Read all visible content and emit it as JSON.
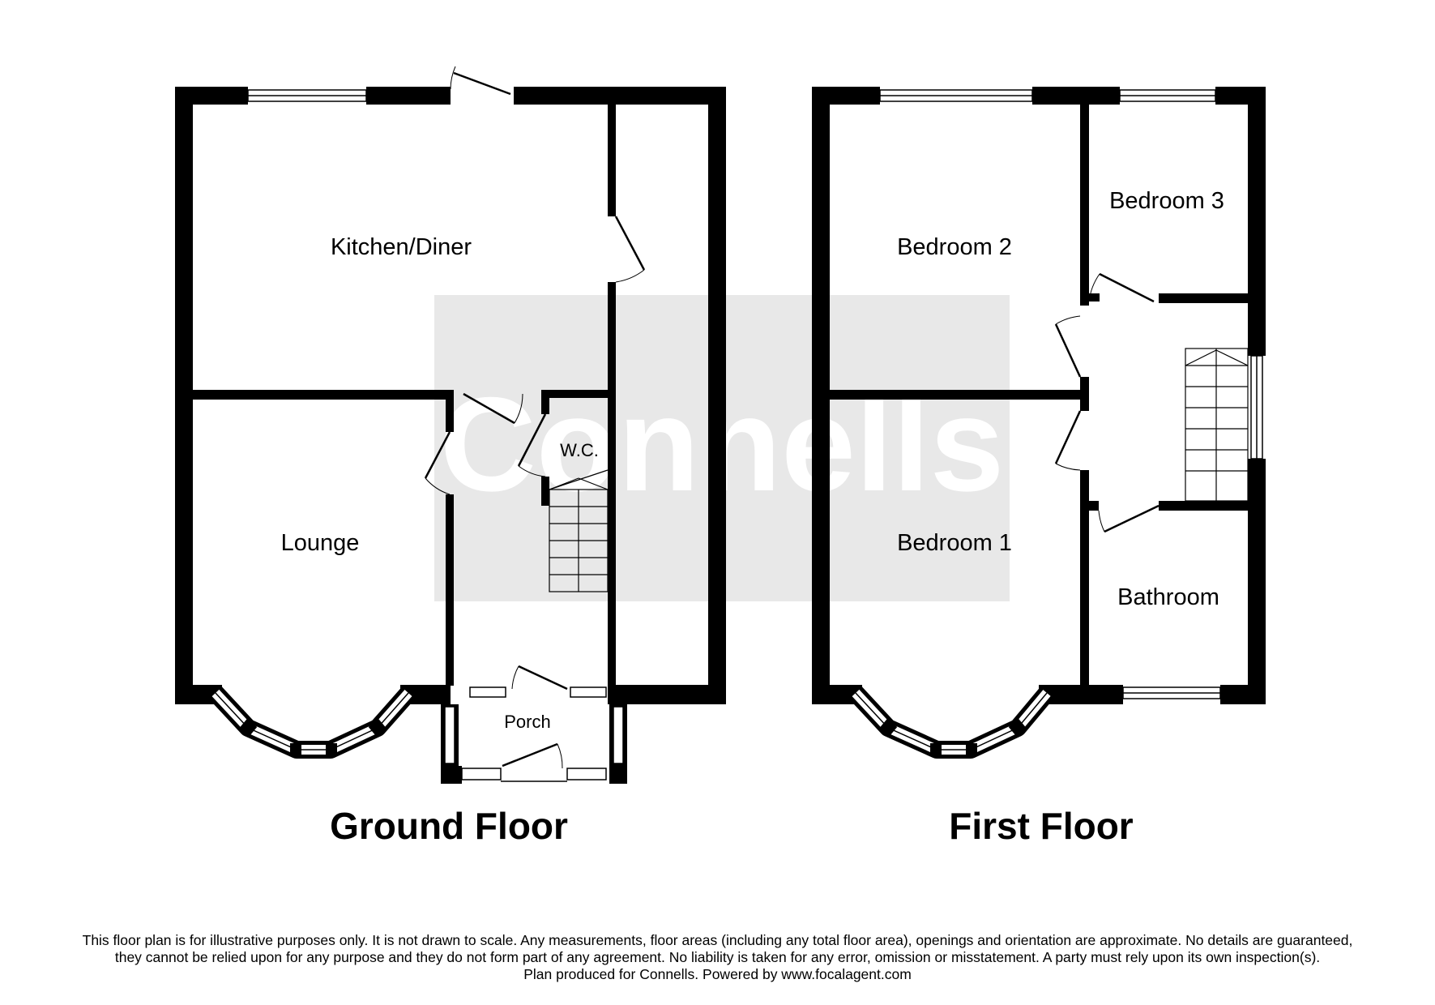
{
  "watermark": "Connells",
  "ground_floor": {
    "title": "Ground Floor",
    "rooms": {
      "kitchen": "Kitchen/Diner",
      "lounge": "Lounge",
      "wc": "W.C.",
      "porch": "Porch"
    }
  },
  "first_floor": {
    "title": "First Floor",
    "rooms": {
      "bedroom1": "Bedroom 1",
      "bedroom2": "Bedroom 2",
      "bedroom3": "Bedroom 3",
      "bathroom": "Bathroom"
    }
  },
  "disclaimer": {
    "line1": "This floor plan is for illustrative purposes only. It is not drawn to scale. Any measurements, floor areas (including any total floor area), openings and orientation are approximate. No details are guaranteed,",
    "line2": "they cannot be relied upon for any purpose and they do not form part of any agreement. No liability is taken for any error, omission or misstatement. A party must rely upon its own inspection(s).",
    "line3": "Plan produced for Connells. Powered by www.focalagent.com"
  }
}
